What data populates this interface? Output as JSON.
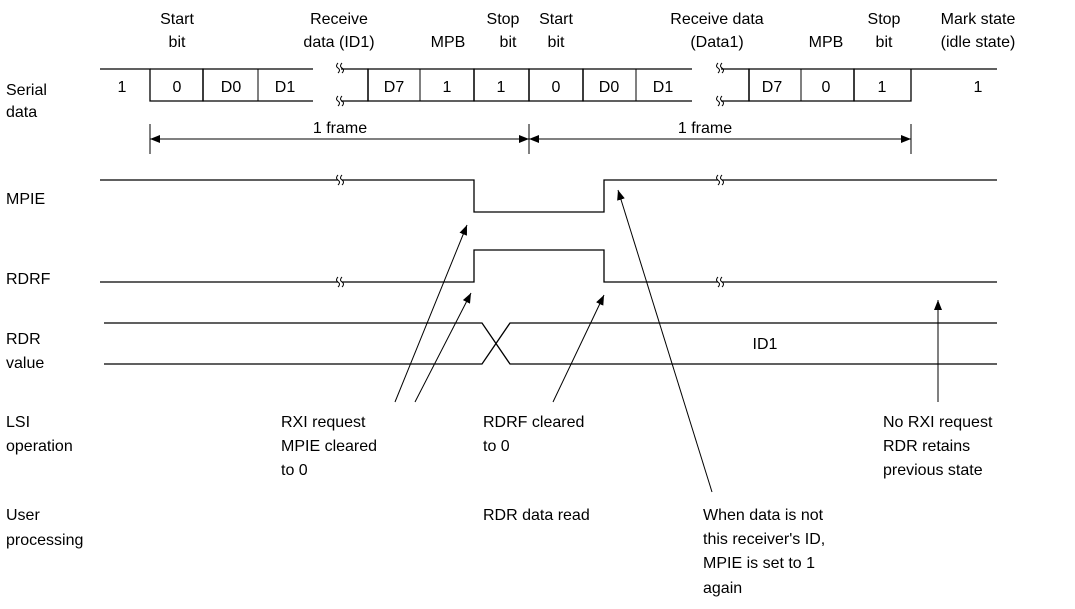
{
  "row_labels": {
    "serial": [
      "Serial",
      "data"
    ],
    "mpie": "MPIE",
    "rdrf": "RDRF",
    "rdr": [
      "RDR",
      "value"
    ],
    "lsi": [
      "LSI",
      "operation"
    ],
    "user": [
      "User",
      "processing"
    ]
  },
  "bit_headers": {
    "start1": [
      "Start",
      "bit"
    ],
    "receive1": [
      "Receive",
      "data (ID1)"
    ],
    "mpb1": "MPB",
    "stop1": [
      "Stop",
      "bit"
    ],
    "start2": [
      "Start",
      "bit"
    ],
    "receive2": [
      "Receive data",
      "(Data1)"
    ],
    "mpb2": "MPB",
    "stop2": [
      "Stop",
      "bit"
    ],
    "mark": [
      "Mark state",
      "(idle state)"
    ]
  },
  "serial_bits": {
    "idle_left": "1",
    "frame1": [
      "0",
      "D0",
      "D1",
      "D7",
      "1",
      "1"
    ],
    "frame2": [
      "0",
      "D0",
      "D1",
      "D7",
      "0",
      "1"
    ],
    "idle_right": "1"
  },
  "frame_label": "1 frame",
  "rdr_value": "ID1",
  "annotations": {
    "rxi": [
      "RXI request",
      "MPIE cleared",
      "to 0"
    ],
    "rdrf_cleared": [
      "RDRF cleared",
      "to 0"
    ],
    "no_rxi": [
      "No RXI request",
      "RDR retains",
      "previous state"
    ],
    "rdr_read": "RDR data read",
    "mpie_set": [
      "When data is not",
      "this receiver's ID,",
      "MPIE is set to 1",
      "again"
    ]
  }
}
